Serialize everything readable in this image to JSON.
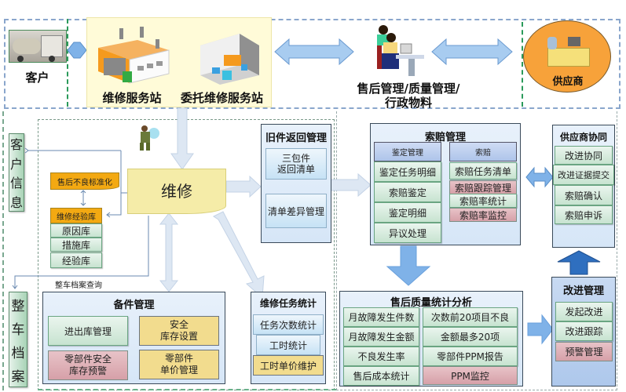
{
  "top": {
    "customer_label": "客户",
    "repair_station_label": "维修服务站",
    "entrusted_station_label": "委托维修服务站",
    "aftersales_label_line1": "售后管理/质量管理/",
    "aftersales_label_line2": "行政物料",
    "supplier_label": "供应商"
  },
  "side": {
    "customer_info": [
      "客",
      "户",
      "信",
      "息"
    ],
    "vehicle_archive": [
      "整",
      "车",
      "档",
      "案"
    ],
    "vehicle_archive_query": "整车档案查询"
  },
  "repair": {
    "title": "维修",
    "aftersales_bad_standard": "售后不良标准化",
    "experience_db_header": "维修经验库",
    "experience_db_items": [
      "原因库",
      "措施库",
      "经验库"
    ]
  },
  "old_parts": {
    "title": "旧件返回管理",
    "items": [
      "三包件\n返回清单",
      "清单差异管理"
    ]
  },
  "claims": {
    "title": "索赔管理",
    "appraisal": {
      "header": "鉴定管理",
      "items": [
        "鉴定任务明细",
        "索赔鉴定",
        "鉴定明细",
        "异议处理"
      ]
    },
    "claim": {
      "header": "索赔",
      "items": [
        "索赔任务清单",
        "索赔跟踪管理",
        "索赔率统计",
        "索赔率监控"
      ]
    }
  },
  "supplier_collab": {
    "title": "供应商协同",
    "items": [
      "改进协同",
      "改进证据提交",
      "索赔确认",
      "索赔申诉"
    ]
  },
  "spare_parts": {
    "title": "备件管理",
    "items": [
      "进出库管理",
      "安全\n库存设置",
      "零部件安全\n库存预警",
      "零部件\n单价管理"
    ]
  },
  "repair_stats": {
    "title": "维修任务统计",
    "items": [
      "任务次数统计",
      "工时统计",
      "工时单价维护"
    ]
  },
  "quality_stats": {
    "title": "售后质量统计分析",
    "left": [
      "月故障发生件数",
      "月故障发生金额",
      "不良发生率",
      "售后成本统计"
    ],
    "right": [
      "次数前20项目不良",
      "金额最多20项",
      "零部件PPM报告",
      "PPM监控"
    ]
  },
  "improvement": {
    "title": "改进管理",
    "items": [
      "发起改进",
      "改进跟踪",
      "预警管理"
    ]
  },
  "colors": {
    "arrow_blue": "#7fb2e8",
    "arrow_light": "#dde7f3",
    "dark_arrow": "#2f6fbf",
    "green_box": "#c7e3d0",
    "pink_box": "#d6a0a8",
    "yellow_box": "#f2dc8e",
    "orange_box": "#f3a912"
  }
}
